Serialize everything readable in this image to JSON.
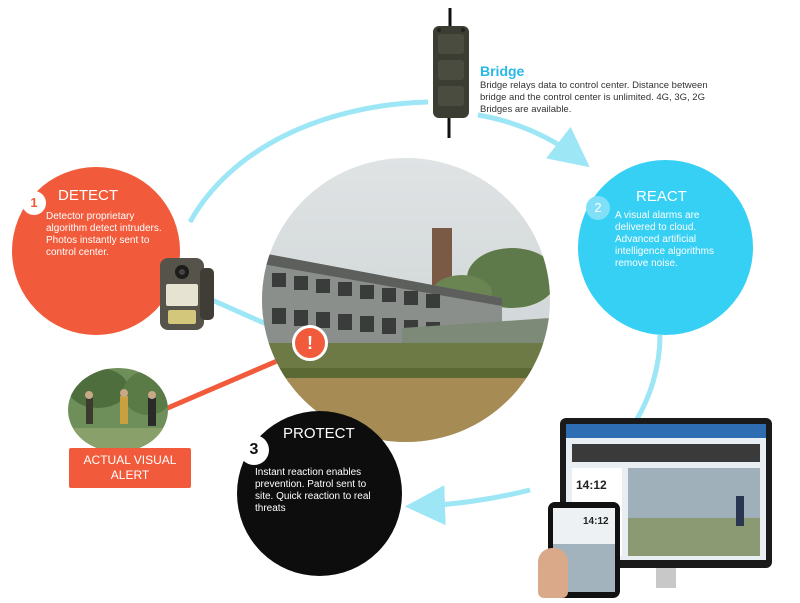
{
  "bridge": {
    "title": "Bridge",
    "desc": "Bridge relays data to control center. Distance between bridge and the control center is unlimited. 4G, 3G, 2G Bridges are available."
  },
  "detect": {
    "number": "1",
    "title": "DETECT",
    "desc": "Detector proprietary algorithm detect intruders. Photos instantly sent to control center."
  },
  "react": {
    "number": "2",
    "title": "REACT",
    "desc": "A visual alarms are delivered to cloud. Advanced artificial intelligence algorithms remove noise."
  },
  "protect": {
    "number": "3",
    "title": "PROTECT",
    "desc": "Instant reaction enables prevention.  Patrol sent to site. Quick reaction to real threats"
  },
  "alert": {
    "label": "ACTUAL VISUAL ALERT",
    "icon": "exclamation-icon"
  },
  "screens": {
    "monitor_clock": "14:12",
    "tablet_clock": "14:12"
  },
  "colors": {
    "detect": "#f15a3a",
    "react": "#35d0f3",
    "protect": "#0d0d0d",
    "connector": "#9de6f6",
    "bridge_title": "#29b6e8"
  }
}
